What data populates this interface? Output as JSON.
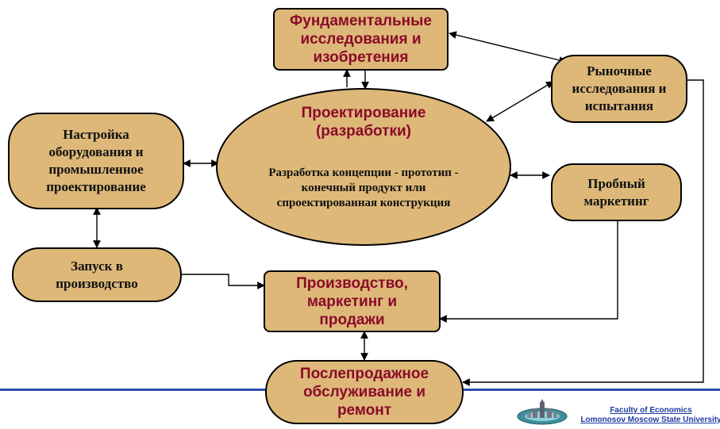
{
  "nodes": {
    "fundamental": "Фундаментальные исследования и изобретения",
    "market_research": "Рыночные исследования и испытания",
    "design_title": "Проектирование (разработки)",
    "design_body": "Разработка концепции - прототип - конечный продукт или спроектированная конструкция",
    "setup": "Настройка оборудования и промышленное проектирование",
    "trial_marketing": "Пробный маркетинг",
    "launch": "Запуск в производство",
    "production": "Производство, маркетинг и продажи",
    "after_sales": "Послепродажное обслуживание и ремонт"
  },
  "footer": {
    "line1": "Faculty of Economics",
    "line2": "Lomonosov Moscow State University"
  },
  "colors": {
    "node_fill": "#ddb878",
    "red_text": "#8b0a2a",
    "rule": "#2d4fa8",
    "footer_text": "#1f3b9e"
  }
}
